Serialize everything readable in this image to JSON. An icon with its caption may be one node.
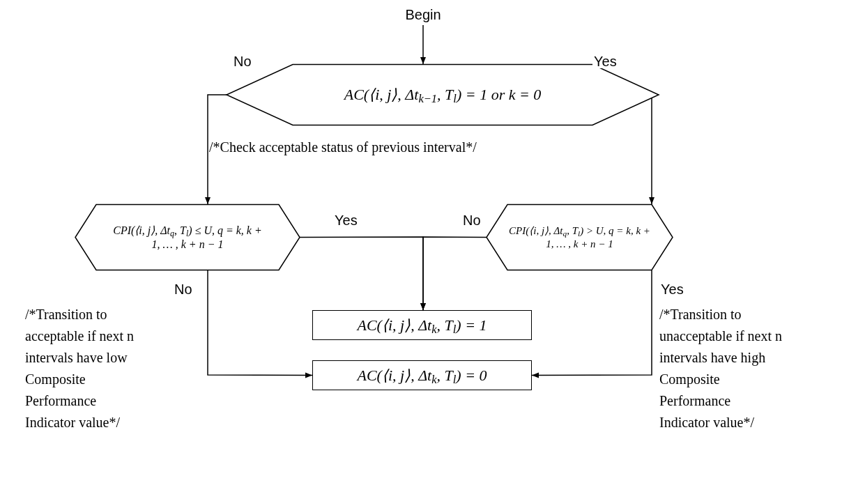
{
  "diagram": {
    "nodes": [
      {
        "text": [
          "Begin"
        ]
      },
      {
        "text": [
          "AC(⟨i, j⟩, Δt$_{k−1}$, T$_{l}$) = 1 or k = 0"
        ]
      },
      {
        "text": [
          "CPI(⟨i, j⟩, Δt$_{q}$, T$_{l}$) ≤ U, q = k, k + 1, … , k + n − 1"
        ]
      },
      {
        "text": [
          "CPI(⟨i, j⟩, Δt$_{q}$, T$_{l}$) > U, q = k, k + 1, … , k + n − 1"
        ]
      },
      {
        "text": [
          "AC(⟨i, j⟩, Δt$_{k}$, T$_{l}$) = 1"
        ]
      },
      {
        "text": [
          "AC(⟨i, j⟩, Δt$_{k}$, T$_{l}$) = 0"
        ]
      }
    ],
    "edges": [
      {
        "from": 0,
        "to": 1,
        "arrow": "to"
      },
      {
        "from": 1,
        "to": 2,
        "arrow": "to",
        "label": "No"
      },
      {
        "from": 1,
        "to": 3,
        "arrow": "to",
        "label": "Yes"
      },
      {
        "from": 2,
        "to": 4,
        "arrow": "to",
        "label": "Yes"
      },
      {
        "from": 3,
        "to": 4,
        "arrow": "to",
        "label": "No"
      },
      {
        "from": 2,
        "to": 5,
        "arrow": "to",
        "label": "No"
      },
      {
        "from": 3,
        "to": 5,
        "arrow": "to",
        "label": "Yes"
      }
    ],
    "labels": [
      "/*Check acceptable status of previous interval*/",
      "/*Transition to acceptable if next n intervals have low Composite Performance Indicator value*/",
      "/*Transition to unacceptable if next n intervals have high Composite Performance Indicator value*/"
    ]
  }
}
